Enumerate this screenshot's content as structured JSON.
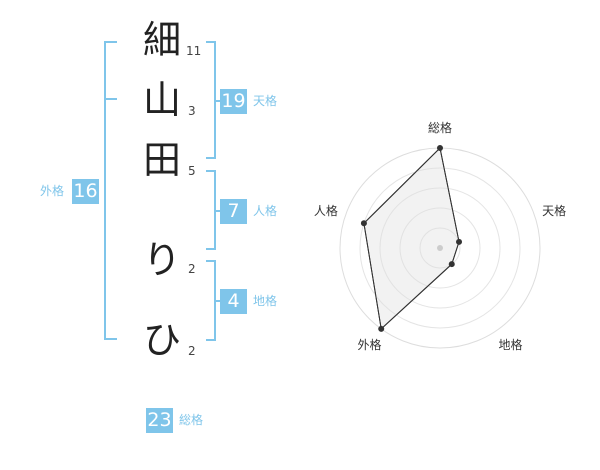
{
  "name": {
    "chars": [
      {
        "char": "細",
        "strokes": "11"
      },
      {
        "char": "山",
        "strokes": "3"
      },
      {
        "char": "田",
        "strokes": "5"
      },
      {
        "char": "り",
        "strokes": "2"
      },
      {
        "char": "ひ",
        "strokes": "2"
      }
    ]
  },
  "fortune": {
    "tenkaku": {
      "value": "19",
      "label": "天格"
    },
    "jinkaku": {
      "value": "7",
      "label": "人格"
    },
    "chikaku": {
      "value": "4",
      "label": "地格"
    },
    "gaikaku": {
      "value": "16",
      "label": "外格"
    },
    "soukaku": {
      "value": "23",
      "label": "総格"
    }
  },
  "colors": {
    "accent": "#7fc5ea",
    "grid": "#dddddd",
    "fill": "#f2f2f2",
    "text": "#333333"
  },
  "chart_data": {
    "type": "radar",
    "axes": [
      "総格",
      "天格",
      "地格",
      "外格",
      "人格"
    ],
    "values": [
      5,
      1,
      1,
      5,
      4
    ],
    "range": [
      0,
      5
    ],
    "rings": 5
  }
}
